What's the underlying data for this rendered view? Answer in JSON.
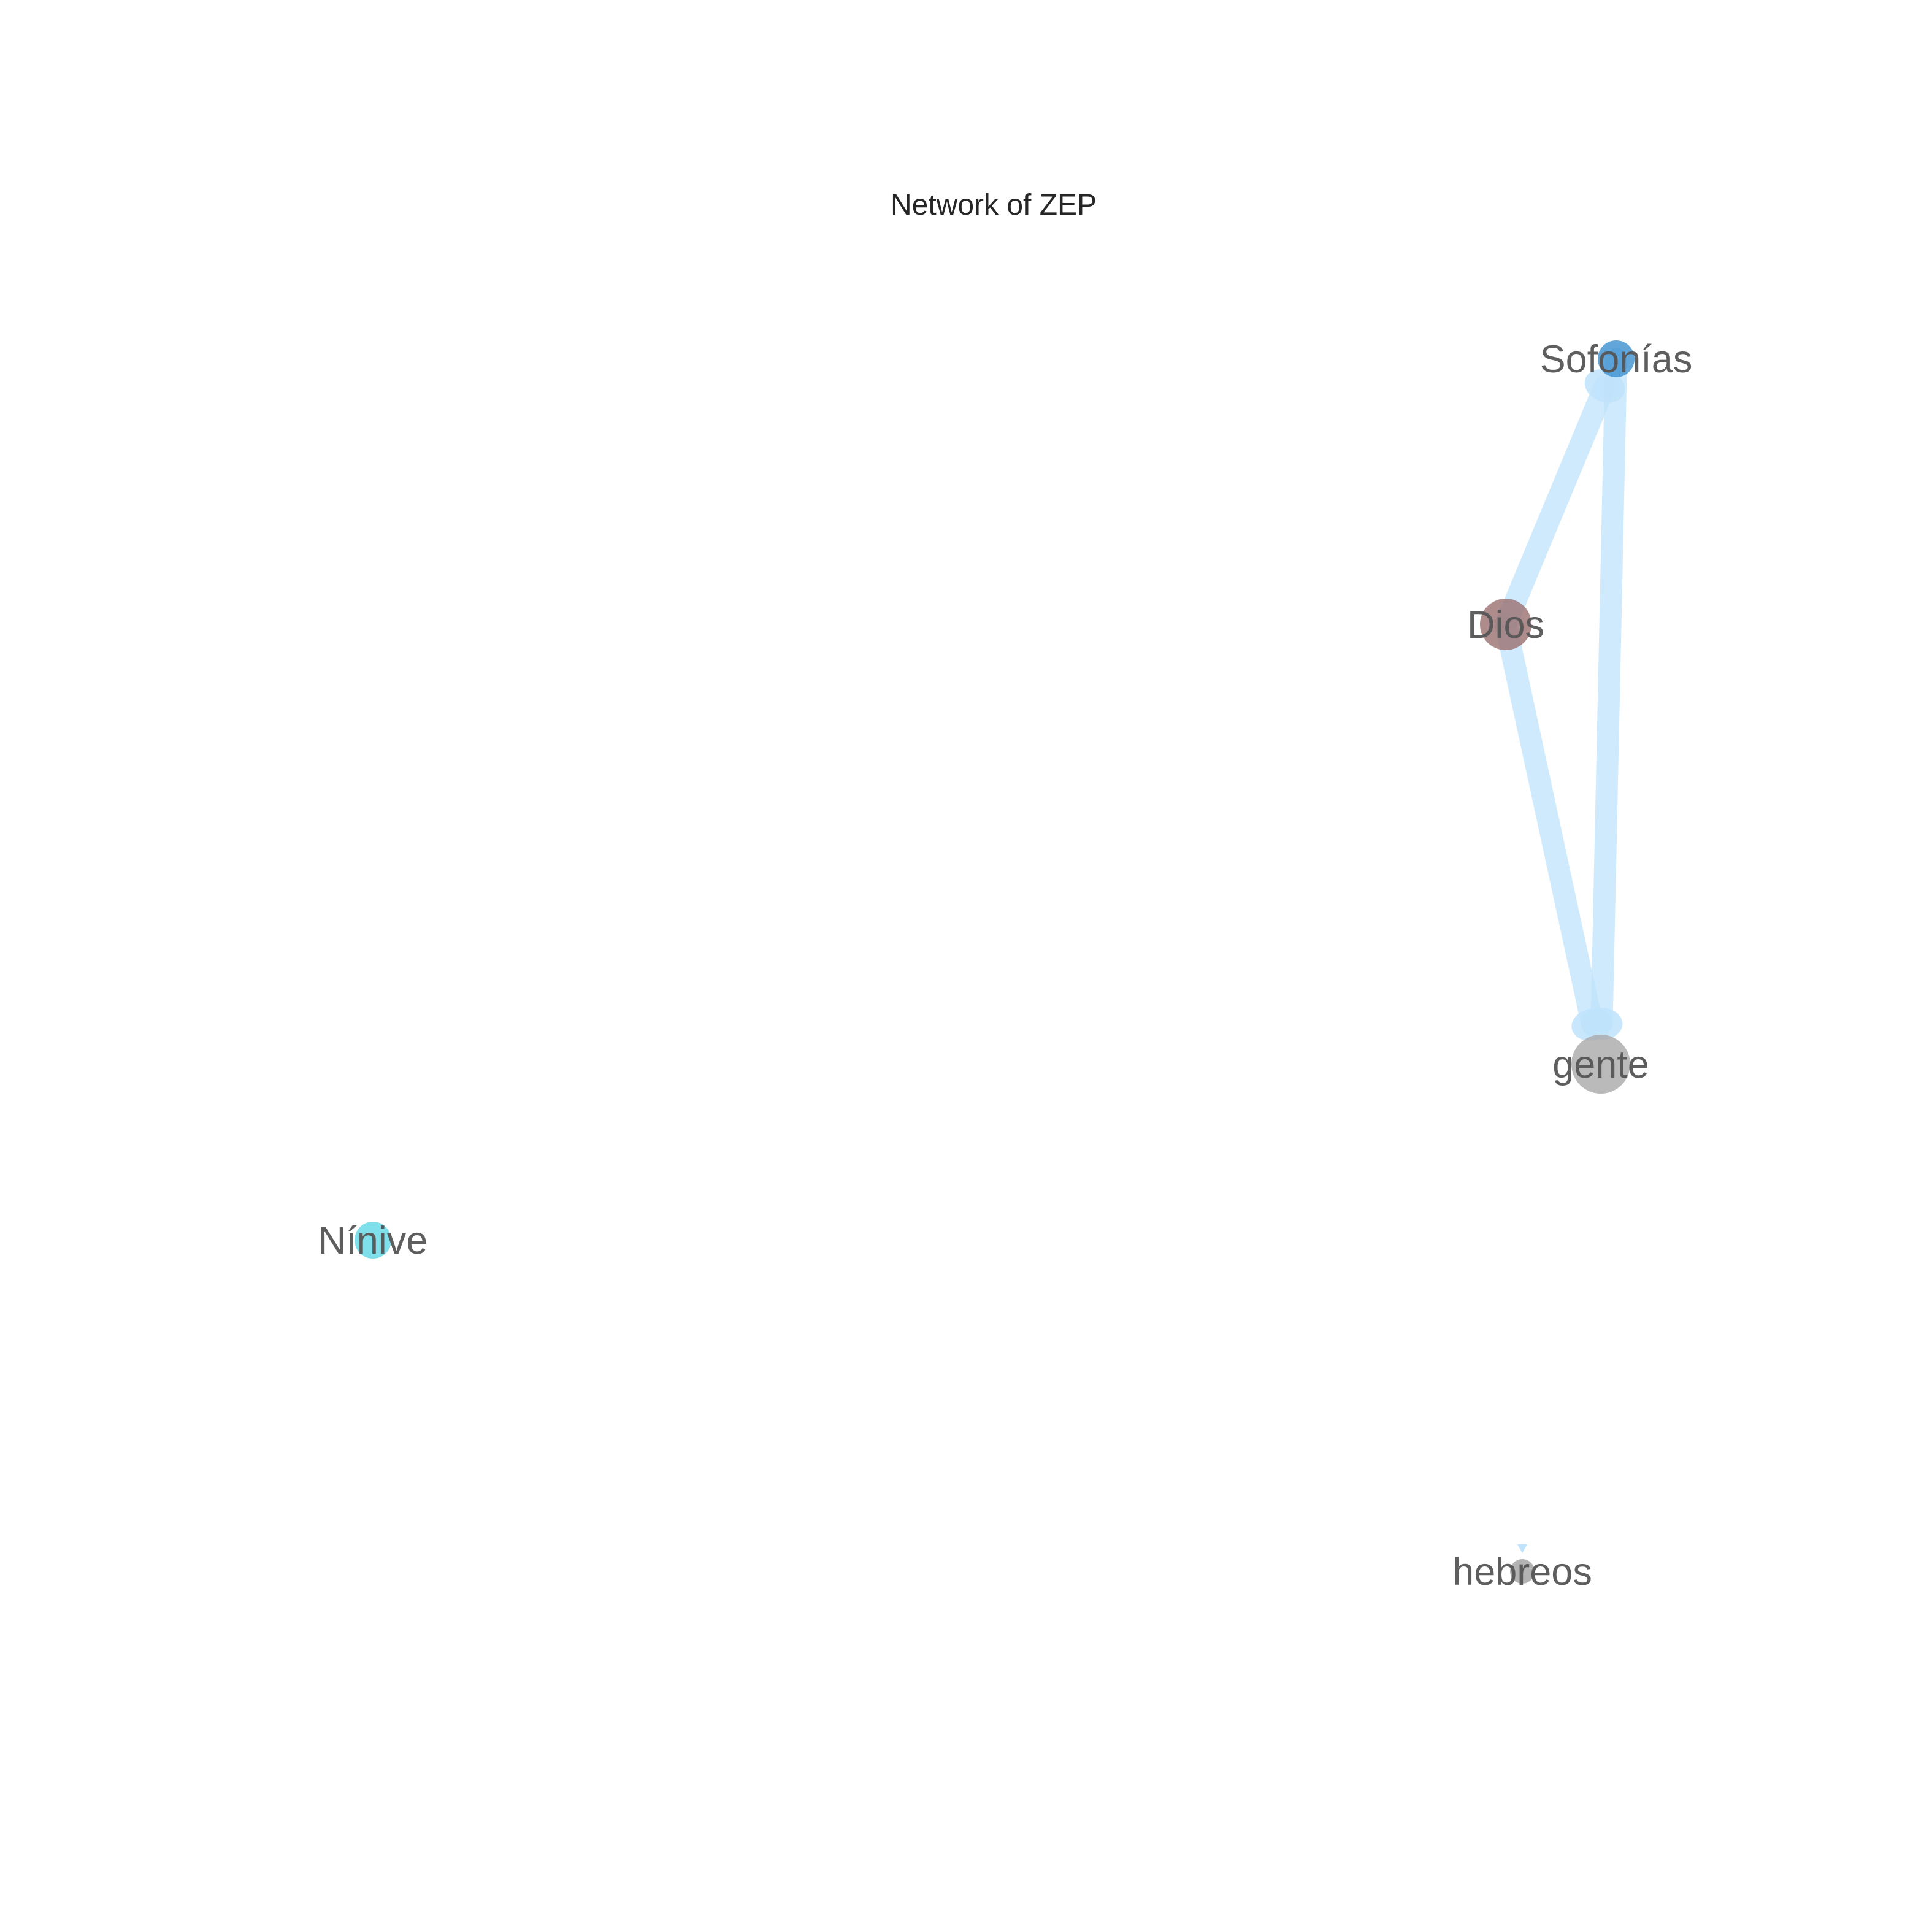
{
  "graph": {
    "title": "Network of ZEP",
    "edge_color": "#bfe3fb",
    "nodes": [
      {
        "id": "Sofonias",
        "label": "Sofonías",
        "color": "#3a8fd0",
        "weight": 1
      },
      {
        "id": "Dios",
        "label": "Dios",
        "color": "#9a6f6f",
        "weight": 2
      },
      {
        "id": "gente",
        "label": "gente",
        "color": "#a9a9a9",
        "weight": 3
      },
      {
        "id": "Ninive",
        "label": "Nínive",
        "color": "#5fd7e6",
        "weight": 1
      },
      {
        "id": "hebreos",
        "label": "hebreos",
        "color": "#a0a0a0",
        "weight": 0
      }
    ],
    "edges": [
      {
        "source": "Dios",
        "target": "Sofonias",
        "directed": true
      },
      {
        "source": "Dios",
        "target": "gente",
        "directed": true
      },
      {
        "source": "Sofonias",
        "target": "gente",
        "directed": true
      },
      {
        "source": "hebreos",
        "target": "hebreos",
        "directed": true
      }
    ]
  }
}
